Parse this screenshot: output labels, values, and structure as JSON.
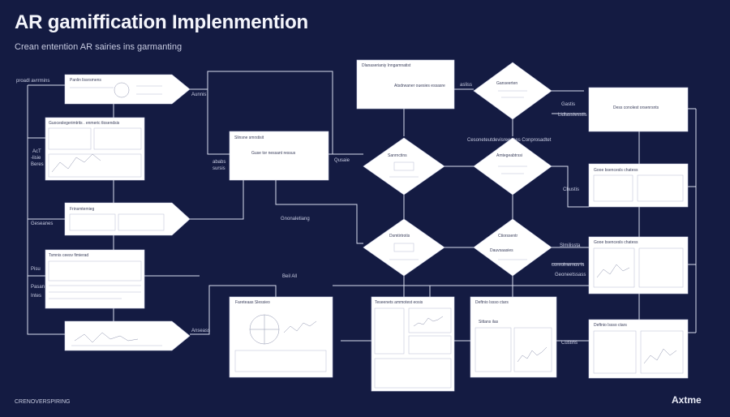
{
  "title": "AR gamiffication Implenmention",
  "subtitle": "Crean entention AR sairies ins garmanting",
  "footer": {
    "left": "CRENOVERSPIRING",
    "right": "Axtme"
  },
  "edge_labels": {
    "left_top": "proadl avrrmins",
    "left_a": "AcT",
    "left_b": "-lisie",
    "left_c": "Beres",
    "left_d": "Geseanes",
    "left_e": "Pisu",
    "left_f": "Pasan",
    "left_g": "Intes",
    "mid_a": "Aunnis",
    "mid_b": "ababs",
    "mid_c": "sursis",
    "mid_d": "Qusaie",
    "mid_e": "Gnonaletiang",
    "mid_f": "Beil All",
    "mid_g": "Anseass",
    "right_a": "Gastis",
    "right_b": "Lidlasstesstis",
    "right_c": "Chustis",
    "right_d": "Slmilissta",
    "right_e": "conrolnemus is",
    "right_f": "Custins",
    "top_mid": "asliss"
  },
  "nodes": {
    "n1": "Panlin lissrsmens",
    "n2": "Guoceslegerimtrits . enmeric tlosendsis",
    "n3": "Frinsmtemieg",
    "n4": "Tsmnis ceesv fimierad",
    "n5": "Slinsne smrstisit",
    "n6": "Guse tor nessant ressus",
    "n7": "Dlanaserianiy Inngamnatist",
    "n8": "Atsdrwaner ouesies essasre",
    "n9": "Fareteaas Slessieo",
    "n10": "Teseenets ammotest eosis",
    "n11": "Deftnio lssso ctars",
    "n12": "Dess conolest orsenrsnts",
    "n13": "Gooe bsencesls chatess",
    "n14": "Sittans ilas",
    "d1": "Ganseerten",
    "d2": "Sanrnctins",
    "d3": "Amtegeabtrssi",
    "d4": "Dsmtirtrotis",
    "d5": "Ctiorssentr",
    "d6": "Dauvsaasies"
  },
  "side_notes": {
    "mid_note": "Cesoneteutdevisreesses Conprosadtet",
    "mid_note2": "Geoneetssass"
  }
}
